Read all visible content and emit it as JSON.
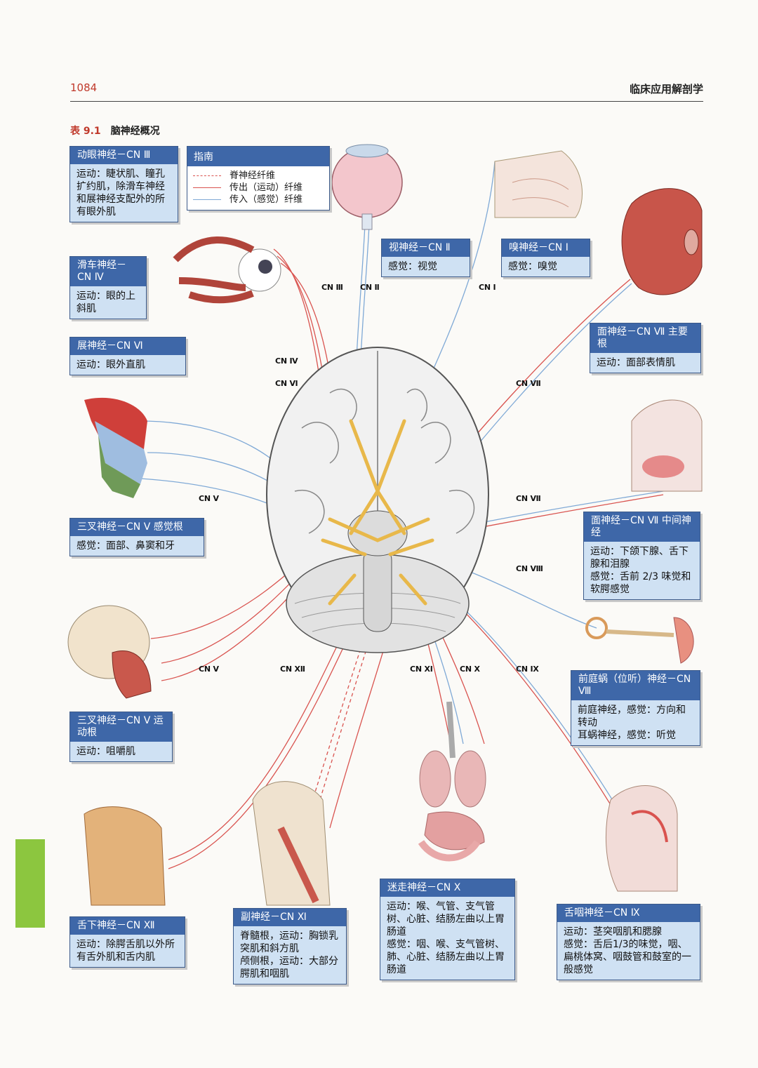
{
  "header": {
    "page_number": "1084",
    "book_title": "临床应用解剖学"
  },
  "table": {
    "number": "表 9.1",
    "title": "脑神经概况"
  },
  "legend": {
    "title": "指南",
    "items": [
      {
        "label": "脊神经纤维",
        "color": "#d9534f",
        "style": "dashed"
      },
      {
        "label": "传出（运动）纤维",
        "color": "#d9534f",
        "style": "solid"
      },
      {
        "label": "传入（感觉）纤维",
        "color": "#7fa9d6",
        "style": "solid"
      }
    ]
  },
  "boxes": {
    "cn3": {
      "title": "动眼神经－CN Ⅲ",
      "lines": [
        "运动：睫状肌、瞳孔扩约肌，除滑车神经和展神经支配外的所有眼外肌"
      ]
    },
    "cn4": {
      "title": "滑车神经－CN Ⅳ",
      "lines": [
        "运动：眼的上斜肌"
      ]
    },
    "cn6": {
      "title": "展神经－CN Ⅵ",
      "lines": [
        "运动：眼外直肌"
      ]
    },
    "cn5s": {
      "title": "三叉神经－CN Ⅴ 感觉根",
      "lines": [
        "感觉：面部、鼻窦和牙"
      ]
    },
    "cn5m": {
      "title": "三叉神经－CN Ⅴ 运动根",
      "lines": [
        "运动：咀嚼肌"
      ]
    },
    "cn12": {
      "title": "舌下神经－CN Ⅻ",
      "lines": [
        "运动：除腭舌肌以外所有舌外肌和舌内肌"
      ]
    },
    "cn11": {
      "title": "副神经－CN Ⅺ",
      "lines": [
        "脊髓根，运动：胸锁乳突肌和斜方肌",
        "颅侧根，运动：大部分腭肌和咽肌"
      ]
    },
    "cn10": {
      "title": "迷走神经－CN Ⅹ",
      "lines": [
        "运动：喉、气管、支气管树、心脏、结肠左曲以上胃肠道",
        "感觉：咽、喉、支气管树、肺、心脏、结肠左曲以上胃肠道"
      ]
    },
    "cn9": {
      "title": "舌咽神经－CN Ⅸ",
      "lines": [
        "运动：茎突咽肌和腮腺",
        "感觉：舌后1/3的味觉，咽、扁桃体窝、咽鼓管和鼓室的一般感觉"
      ]
    },
    "cn8": {
      "title": "前庭蜗（位听）神经－CN Ⅷ",
      "lines": [
        "前庭神经，感觉：方向和转动",
        "耳蜗神经，感觉：听觉"
      ]
    },
    "cn7i": {
      "title": "面神经－CN Ⅶ 中间神经",
      "lines": [
        "运动：下颌下腺、舌下腺和泪腺",
        "感觉：舌前 2/3 味觉和软腭感觉"
      ]
    },
    "cn7m": {
      "title": "面神经－CN Ⅶ 主要根",
      "lines": [
        "运动：面部表情肌"
      ]
    },
    "cn1": {
      "title": "嗅神经－CN Ⅰ",
      "lines": [
        "感觉：嗅觉"
      ]
    },
    "cn2": {
      "title": "视神经－CN Ⅱ",
      "lines": [
        "感觉：视觉"
      ]
    }
  },
  "nerve_labels": {
    "cn3": "CN Ⅲ",
    "cn2": "CN Ⅱ",
    "cn1": "CN Ⅰ",
    "cn4": "CN Ⅳ",
    "cn6": "CN Ⅵ",
    "cn7a": "CN Ⅶ",
    "cn5a": "CN Ⅴ",
    "cn7b": "CN Ⅶ",
    "cn8": "CN Ⅷ",
    "cn5b": "CN Ⅴ",
    "cn12": "CN Ⅻ",
    "cn11": "CN Ⅺ",
    "cn10": "CN Ⅹ",
    "cn9": "CN Ⅸ"
  },
  "colors": {
    "box_header": "#3e67a8",
    "box_body": "#cfe1f3",
    "motor": "#d9534f",
    "sensory": "#7fa9d6",
    "nerve_yellow": "#e8b84a",
    "tab_green": "#8cc63f"
  }
}
